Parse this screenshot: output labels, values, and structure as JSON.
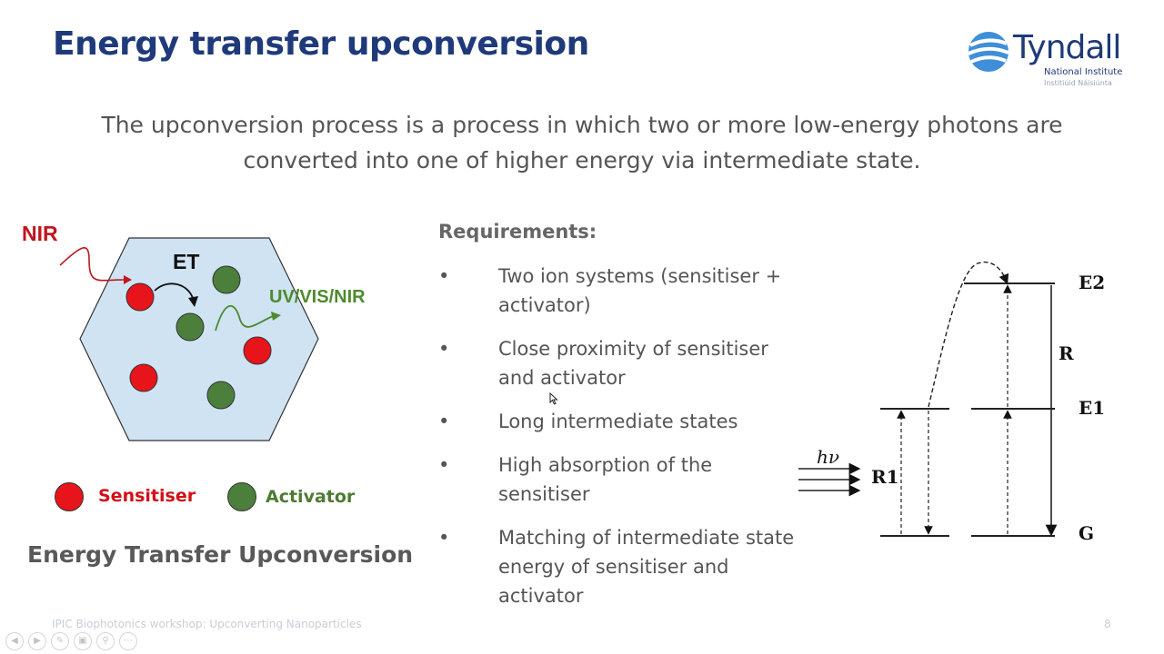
{
  "slide": {
    "title": "Energy transfer upconversion",
    "intro_lines": [
      "The upconversion process is a process in which two or more low-energy photons are",
      "converted into one of higher energy via intermediate state."
    ],
    "footer": "IPIC Biophotonics workshop: Upconverting Nanoparticles",
    "page_number": "8"
  },
  "logo": {
    "name": "Tyndall",
    "line1": "National Institute",
    "line2": "Institiúid Náisiúnta"
  },
  "diagram": {
    "nir_label": "NIR",
    "et_label": "ET",
    "emission_label": "UV/VIS/NIR",
    "legend": {
      "sensitiser": "Sensitiser",
      "activator": "Activator"
    },
    "caption": "Energy Transfer Upconversion",
    "colors": {
      "sensitiser": "#e8141b",
      "activator": "#4c7f3b",
      "crystal": "#cfe3f3",
      "nir": "#c0161d",
      "emission": "#4e8a2e"
    }
  },
  "requirements": {
    "heading": "Requirements:",
    "bullet": "•",
    "items": [
      "Two ion systems (sensitiser + activator)",
      "Close proximity of sensitiser and activator",
      "Long intermediate states",
      "High absorption of the sensitiser",
      "Matching of intermediate state energy of sensitiser and activator"
    ]
  },
  "energy_diagram": {
    "levels": [
      "E2",
      "E1",
      "G"
    ],
    "rates": [
      "R",
      "R1"
    ],
    "photon_label": "hν"
  }
}
